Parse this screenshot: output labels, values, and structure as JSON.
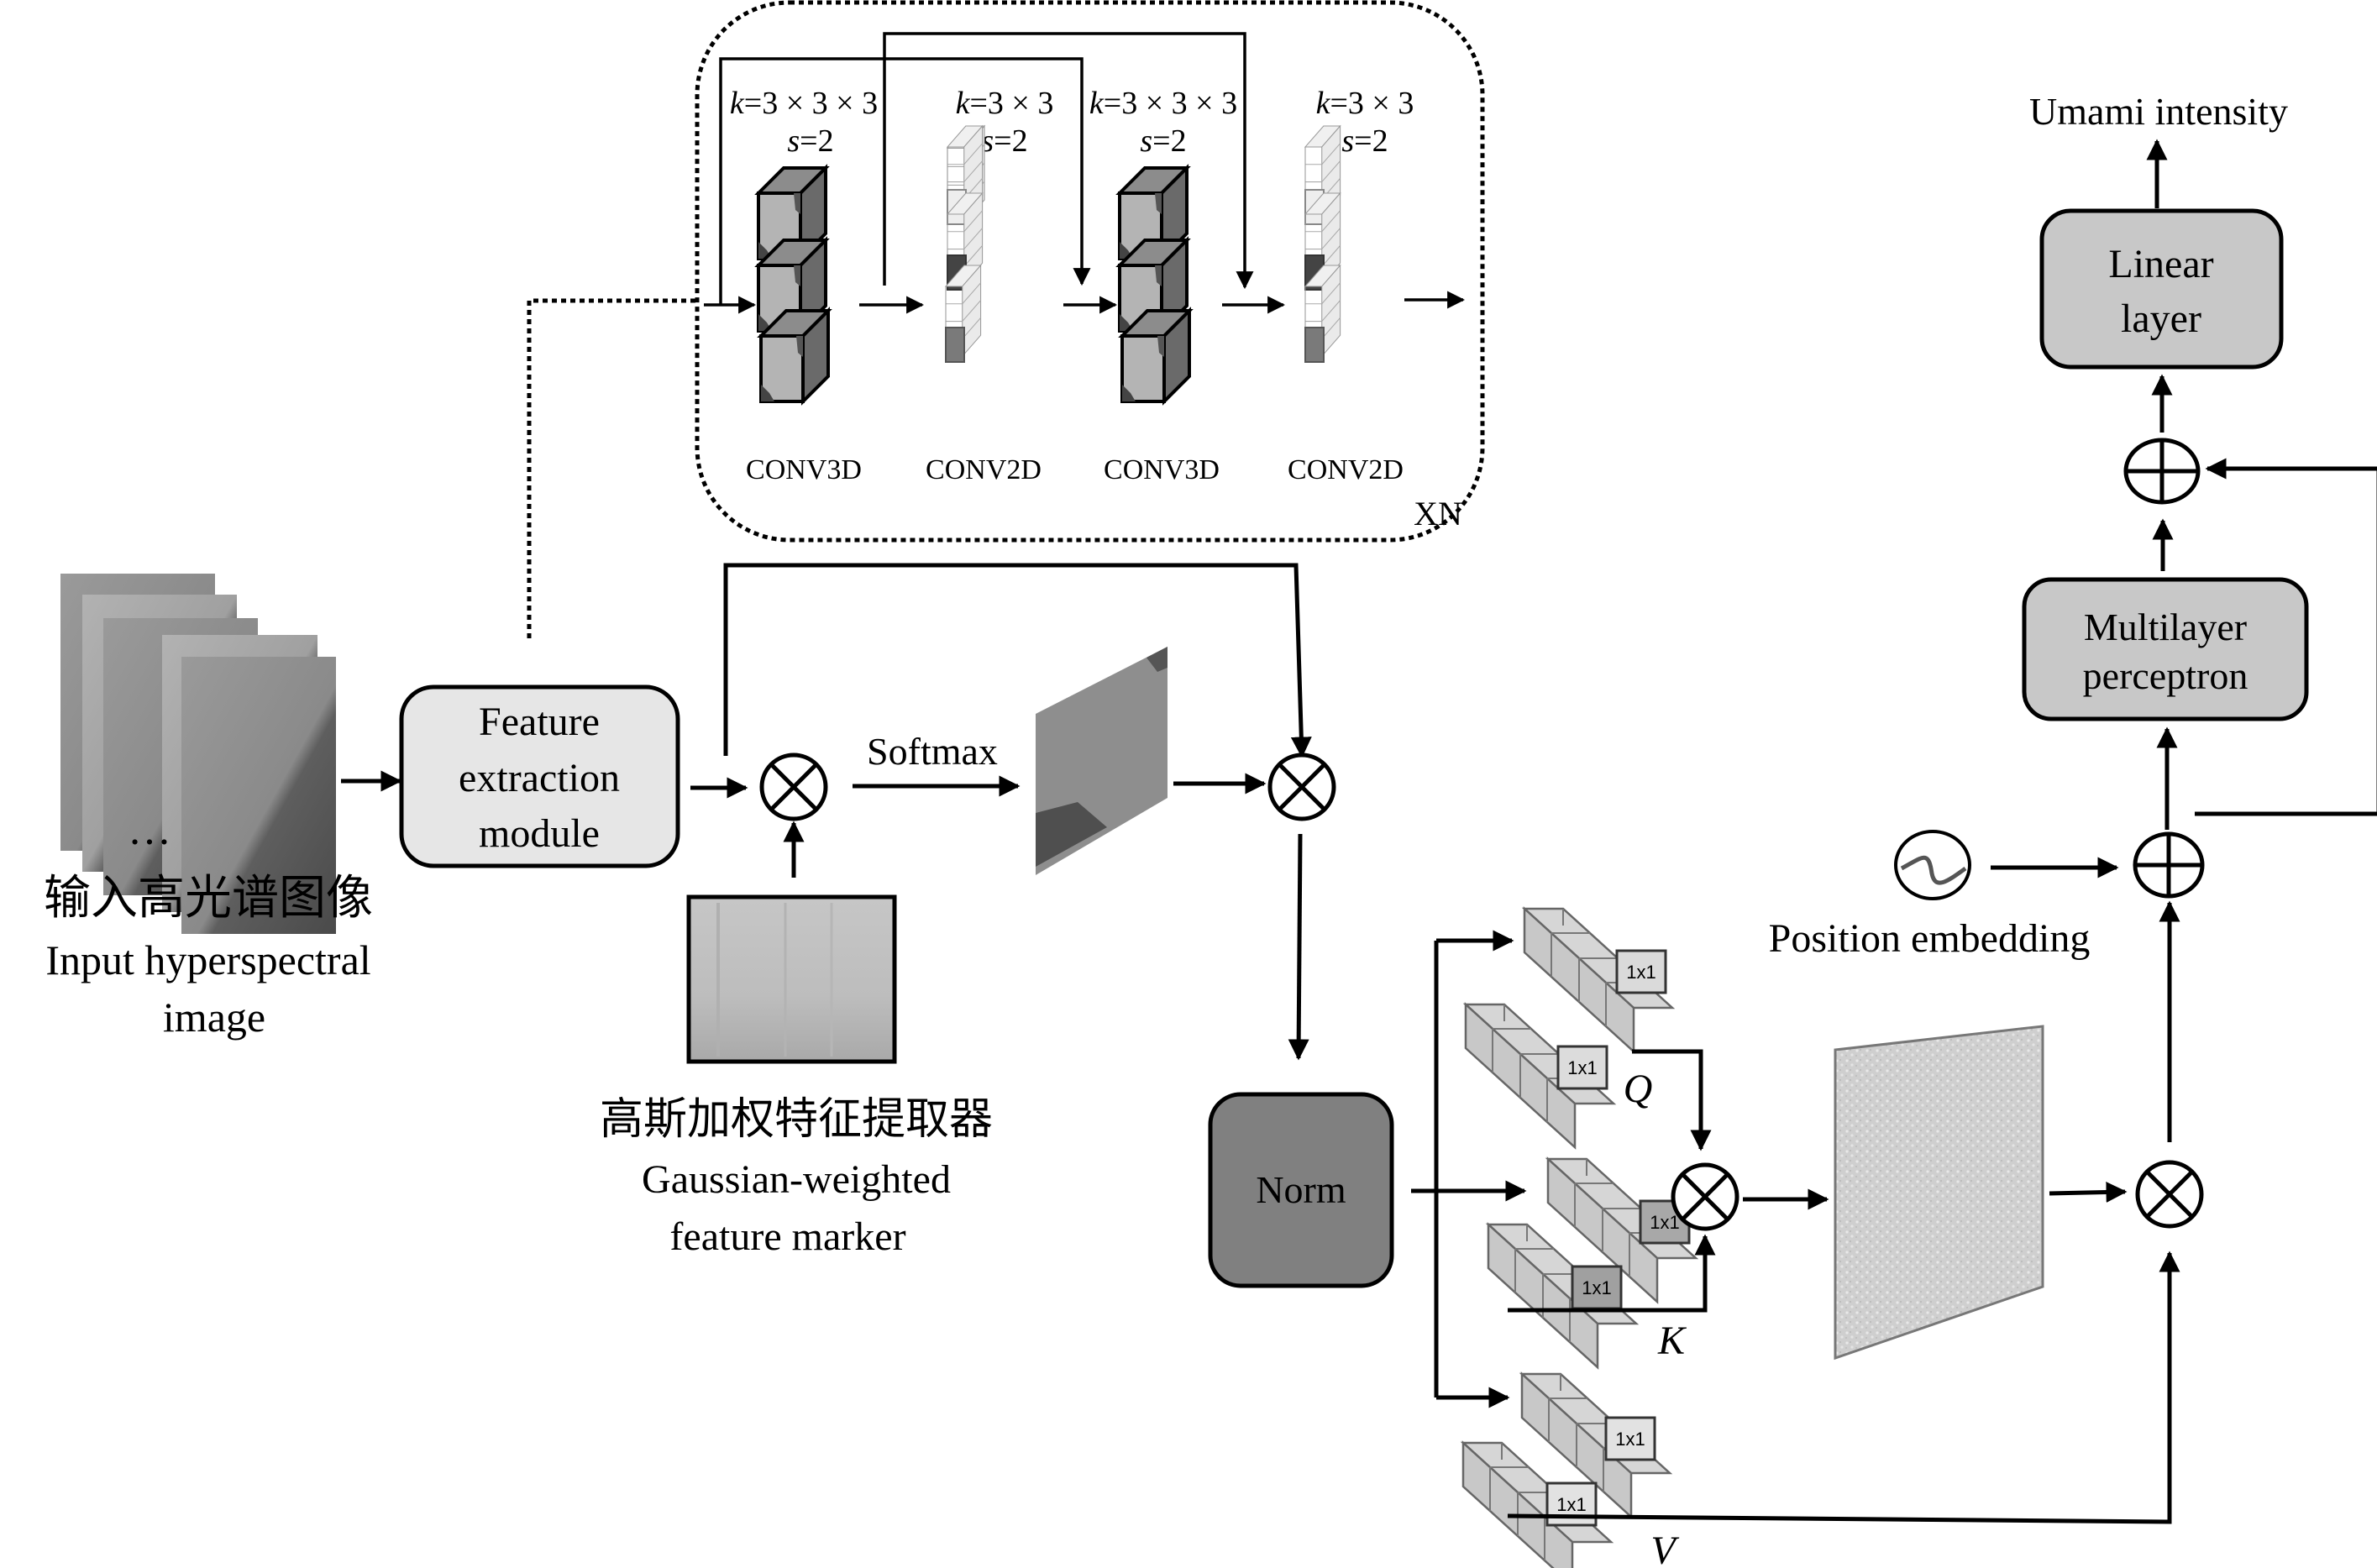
{
  "input": {
    "label_zh": "输入高光谱图像",
    "label_en_line1": "Input hyperspectral",
    "label_en_line2": "image",
    "ellipsis": "…"
  },
  "feature_extraction": {
    "line1": "Feature",
    "line2": "extraction",
    "line3": "module"
  },
  "conv_block": {
    "repeat_label": "XN",
    "stages": [
      {
        "kernel_prefix": "k",
        "kernel": "=3 × 3 × 3",
        "stride_prefix": "s",
        "stride": "=2",
        "name": "CONV3D"
      },
      {
        "kernel_prefix": "k",
        "kernel": "=3 × 3",
        "stride_prefix": "s",
        "stride": "=2",
        "name": "CONV2D"
      },
      {
        "kernel_prefix": "k",
        "kernel": "=3 × 3 × 3",
        "stride_prefix": "s",
        "stride": "=2",
        "name": "CONV3D"
      },
      {
        "kernel_prefix": "k",
        "kernel": "=3 × 3",
        "stride_prefix": "s",
        "stride": "=2",
        "name": "CONV2D"
      }
    ]
  },
  "gaussian": {
    "label_zh": "高斯加权特征提取器",
    "label_en_line1": "Gaussian-weighted",
    "label_en_line2": "feature marker"
  },
  "softmax_label": "Softmax",
  "norm_label": "Norm",
  "attention": {
    "q_label": "Q",
    "k_label": "K",
    "v_label": "V",
    "kernel_label": "1x1"
  },
  "position_embedding_label": "Position embedding",
  "mlp": {
    "line1": "Multilayer",
    "line2": "perceptron"
  },
  "linear": {
    "line1": "Linear",
    "line2": "layer"
  },
  "output_label": "Umami intensity",
  "colors": {
    "feature_box": "#e6e6e6",
    "norm_box": "#808080",
    "head_box": "#c8c8c8",
    "stroke": "#000000"
  }
}
